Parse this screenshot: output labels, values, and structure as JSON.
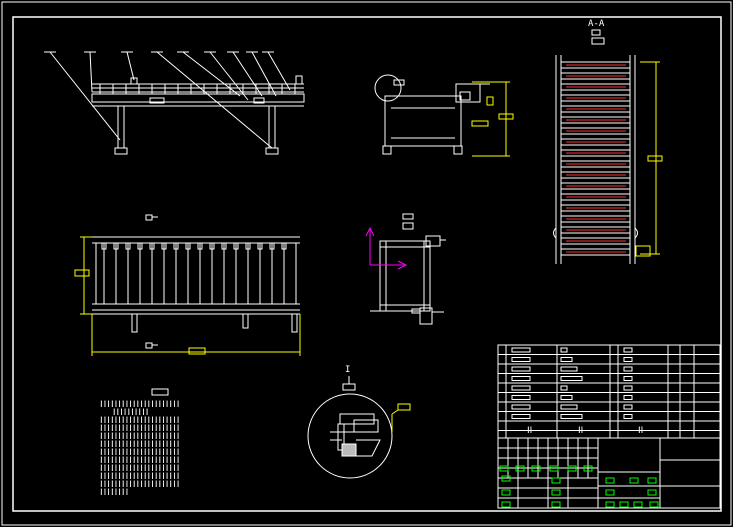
{
  "colors": {
    "background": "#000000",
    "line": "#ffffff",
    "dimension": "#ffff00",
    "accent_red": "#ff3333",
    "table_green": "#00ff00",
    "axis_magenta": "#ff00ff"
  },
  "drawing": {
    "views": [
      "front-view",
      "side-view",
      "top-view-vertical",
      "top-view",
      "end-view",
      "detail-view"
    ],
    "balloon_count": 9
  },
  "section_marks": {
    "top": "A-A",
    "detail": "I"
  },
  "notes": {
    "lines": [
      "ⅠⅠⅠⅠⅠⅠⅠⅠⅠⅠⅠⅠⅠⅠⅠⅠⅠⅠⅠⅠⅠⅠ",
      "  ⅠⅠⅠⅠⅠⅠⅠⅠⅠⅠ",
      "ⅠⅠⅠⅠⅠⅠⅠⅠⅠⅠⅠⅠⅠⅠⅠⅠⅠⅠⅠⅠⅠⅠ",
      "ⅠⅠⅠⅠⅠⅠⅠⅠⅠⅠⅠⅠⅠⅠⅠⅠⅠⅠⅠⅠⅠⅠ",
      "ⅠⅠⅠⅠⅠⅠⅠⅠⅠⅠⅠⅠⅠⅠⅠⅠⅠⅠⅠⅠⅠⅠ",
      "ⅠⅠⅠⅠⅠⅠⅠⅠⅠⅠⅠⅠⅠⅠⅠⅠⅠⅠⅠⅠⅠⅠ",
      "ⅠⅠⅠⅠⅠⅠⅠⅠⅠⅠⅠⅠⅠⅠⅠⅠⅠⅠⅠⅠⅠⅠ",
      "ⅠⅠⅠⅠⅠⅠⅠⅠⅠⅠⅠⅠⅠⅠⅠⅠⅠⅠⅠⅠⅠⅠ",
      "ⅠⅠⅠⅠⅠⅠⅠⅠⅠⅠⅠⅠⅠⅠⅠⅠⅠⅠⅠⅠⅠⅠ",
      "ⅠⅠⅠⅠⅠⅠⅠⅠⅠⅠⅠⅠⅠⅠⅠⅠⅠⅠⅠⅠⅠⅠ",
      "ⅠⅠⅠⅠⅠⅠⅠⅠⅠⅠⅠⅠⅠⅠⅠⅠⅠⅠⅠⅠⅠⅠ",
      "ⅠⅠⅠⅠⅠⅠⅠⅠ"
    ]
  },
  "parts_list": {
    "header_left": "ⅠⅠ",
    "header_mid": "ⅠⅠ",
    "header_right": "ⅠⅠ",
    "row_count": 8
  }
}
